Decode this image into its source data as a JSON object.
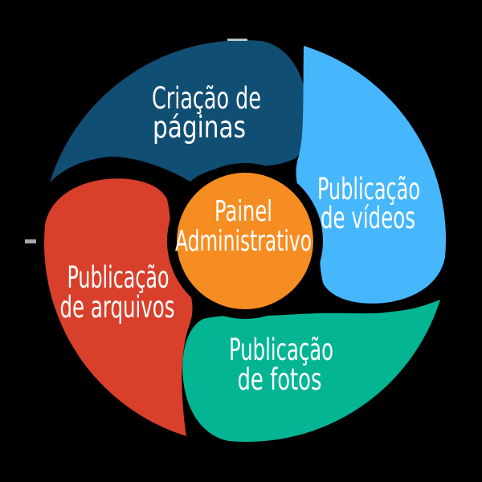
{
  "diagram": {
    "title_semantic": "admin-panel-feature-wheel",
    "background_color": "#000000",
    "outline_color": "#000000",
    "text_color": "#ffffff",
    "center": {
      "line1": "Painel",
      "line2": "Administrativo",
      "color": "#F68D22"
    },
    "petals": [
      {
        "id": "criacao-de-paginas",
        "line1": "Criação de",
        "line2": "páginas",
        "color": "#114E73",
        "position": "top-left"
      },
      {
        "id": "publicacao-de-videos",
        "line1": "Publicação",
        "line2": "de vídeos",
        "color": "#46B7FD",
        "position": "right"
      },
      {
        "id": "publicacao-de-arquivos",
        "line1": "Publicação",
        "line2": "de arquivos",
        "color": "#D8402C",
        "position": "left"
      },
      {
        "id": "publicacao-de-fotos",
        "line1": "Publicação",
        "line2": "de fotos",
        "color": "#04B593",
        "position": "bottom"
      }
    ]
  }
}
